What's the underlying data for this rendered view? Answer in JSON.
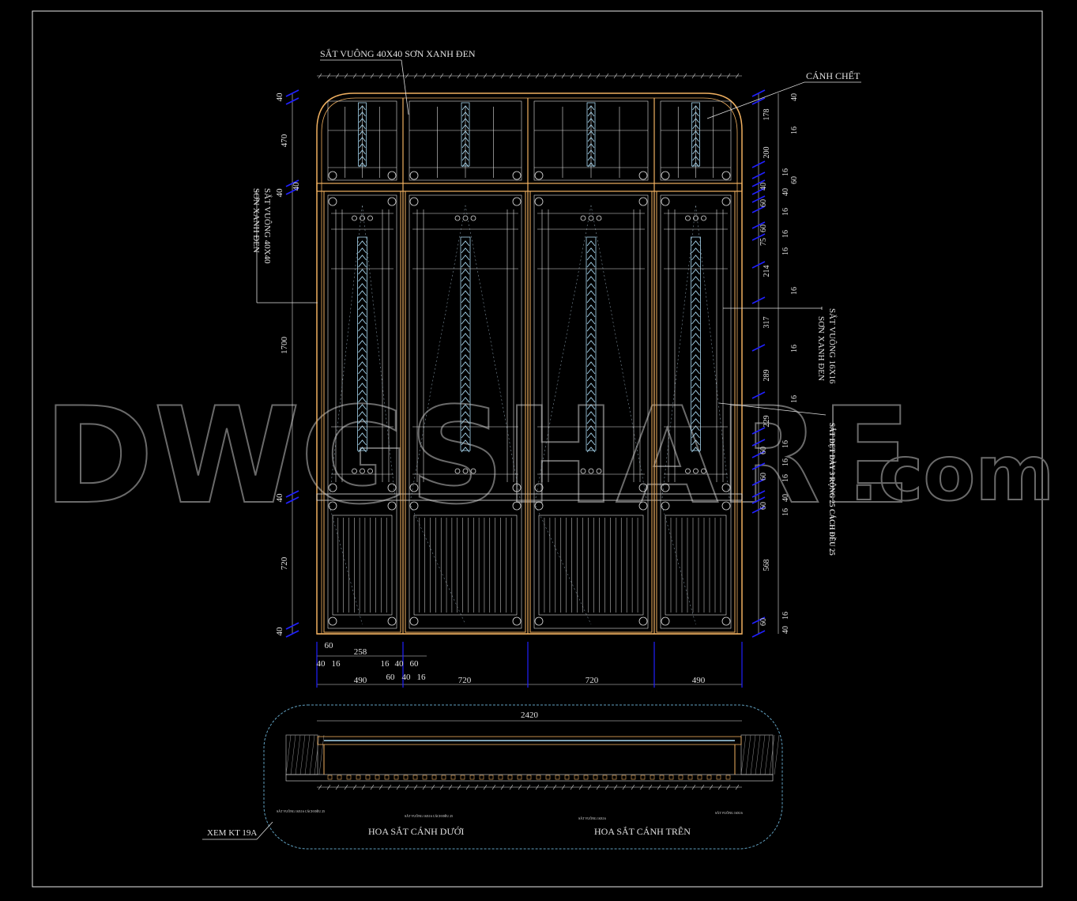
{
  "colors": {
    "background": "#000000",
    "frame": "#e8e8e8",
    "gate": "#f0b060",
    "pattern": "#e0e0e0",
    "leaf": "#a8d8f0",
    "dimension": "#e0e0e0",
    "tick": "#2020ff",
    "section_outline": "#60a0c0",
    "hatch": "#909090",
    "watermark": "#6a6a6a"
  },
  "watermark": {
    "text": "DWGSHARE",
    "suffix": ".com"
  },
  "labels": {
    "top_note": "SẮT VUÔNG 40X40 SƠN XANH ĐEN",
    "fixed_panel": "CÁNH CHẾT",
    "left_note": [
      "SẮT VUÔNG 40X40",
      "SƠN XANH ĐEN"
    ],
    "right_note": [
      "SẮT VUÔNG 16X16",
      "SƠN XANH ĐEN"
    ],
    "right_note2": "SẮT DẸT DÀY 3 RỘNG 25 CÁCH ĐỀU 25",
    "ref_note": "XEM KT 19A",
    "lower_leaf": "HOA SẮT CÁNH DƯỚI",
    "upper_leaf": "HOA SẮT CÁNH TRÊN",
    "section_tags": [
      "SẮT VUÔNG 16X16 CÁCH ĐỀU 25",
      "SẮT VUÔNG 16X16 CÁCH ĐỀU 25",
      "SẮT VUÔNG 16X16",
      "SẮT VUÔNG 16X16"
    ]
  },
  "dimensions": {
    "left": [
      "40",
      "470",
      "40",
      "1700",
      "40",
      "720",
      "40"
    ],
    "left_inner": "40",
    "right_a": [
      "178",
      "200",
      "40",
      "60",
      "60",
      "75",
      "214",
      "317",
      "289",
      "229",
      "60",
      "60",
      "60",
      "568",
      "60"
    ],
    "right_b": [
      "40",
      "16",
      "16",
      "40",
      "16",
      "16",
      "16",
      "16",
      "16",
      "16",
      "16",
      "16",
      "16",
      "40",
      "16",
      "40",
      "16"
    ],
    "right_c": "60",
    "bottom_top": [
      "60",
      "258",
      "60"
    ],
    "bottom_mid": [
      "40",
      "16",
      "16",
      "40"
    ],
    "bottom_main": [
      "490",
      "60",
      "40",
      "16",
      "720",
      "720",
      "490"
    ],
    "overall": "2420"
  }
}
